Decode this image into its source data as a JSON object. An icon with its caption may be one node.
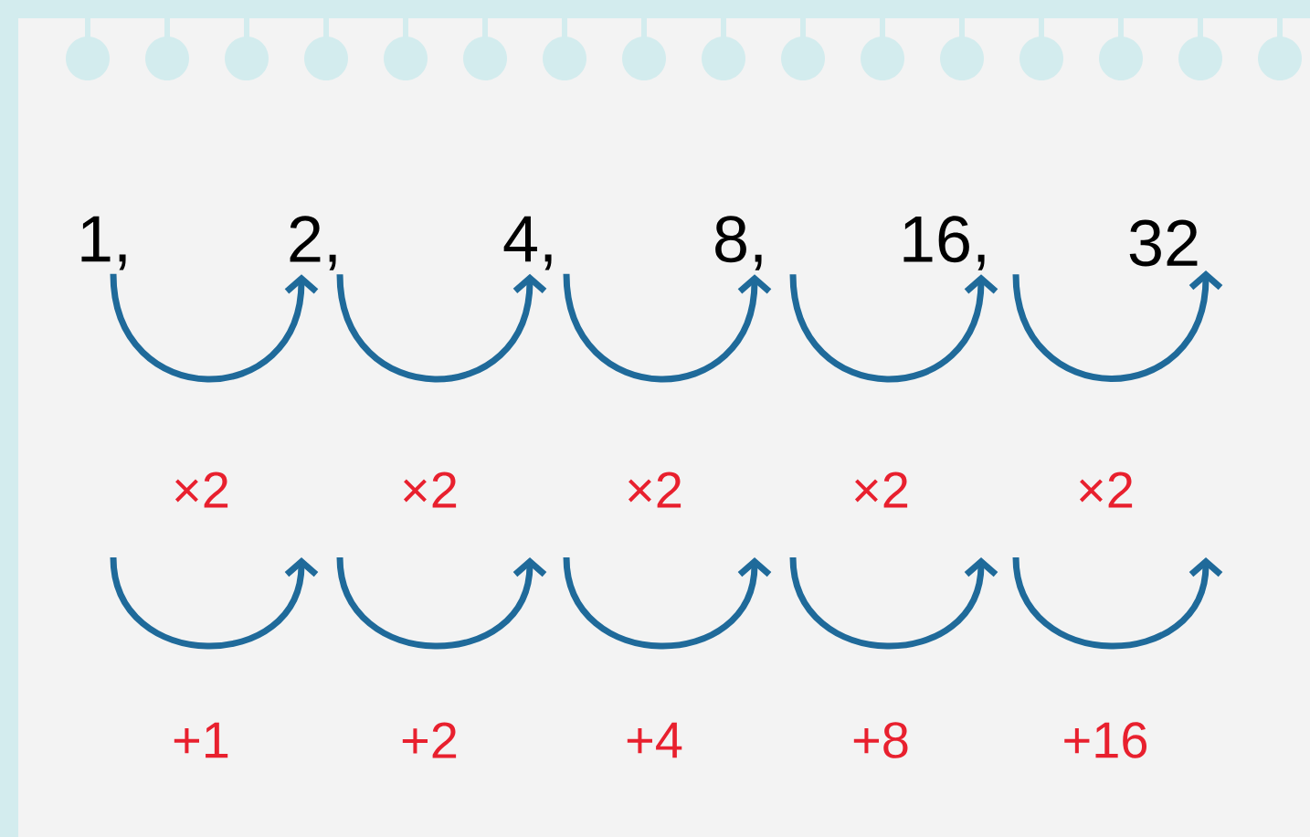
{
  "diagram": {
    "nodes": [
      {
        "text": [
          "1,"
        ]
      },
      {
        "text": [
          "2,"
        ]
      },
      {
        "text": [
          "4,"
        ]
      },
      {
        "text": [
          "8,"
        ]
      },
      {
        "text": [
          "16,"
        ]
      },
      {
        "text": [
          "32"
        ]
      }
    ],
    "edges": [
      {
        "from": 0,
        "to": 1,
        "arrow": "to",
        "label": "×2"
      },
      {
        "from": 1,
        "to": 2,
        "arrow": "to",
        "label": "×2"
      },
      {
        "from": 2,
        "to": 3,
        "arrow": "to",
        "label": "×2"
      },
      {
        "from": 3,
        "to": 4,
        "arrow": "to",
        "label": "×2"
      },
      {
        "from": 4,
        "to": 5,
        "arrow": "to",
        "label": "×2"
      }
    ],
    "labels": [
      "+1",
      "+2",
      "+4",
      "+8",
      "+16"
    ]
  }
}
